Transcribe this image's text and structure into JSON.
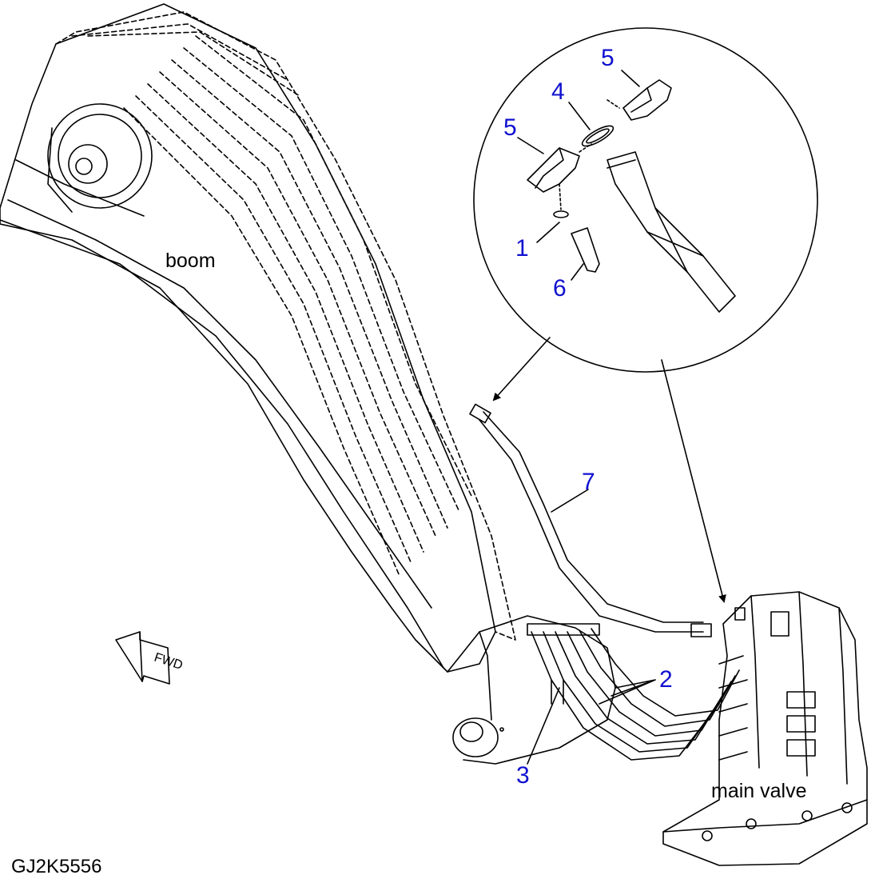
{
  "diagram": {
    "labels": {
      "boom": "boom",
      "main_valve": "main valve",
      "drawing_id": "GJ2K5556",
      "fwd": "FWD"
    },
    "callouts": [
      "5",
      "4",
      "5",
      "1",
      "6",
      "7",
      "2",
      "3"
    ],
    "colors": {
      "callout": "#1010d0",
      "line": "#000000",
      "background": "#ffffff"
    }
  }
}
